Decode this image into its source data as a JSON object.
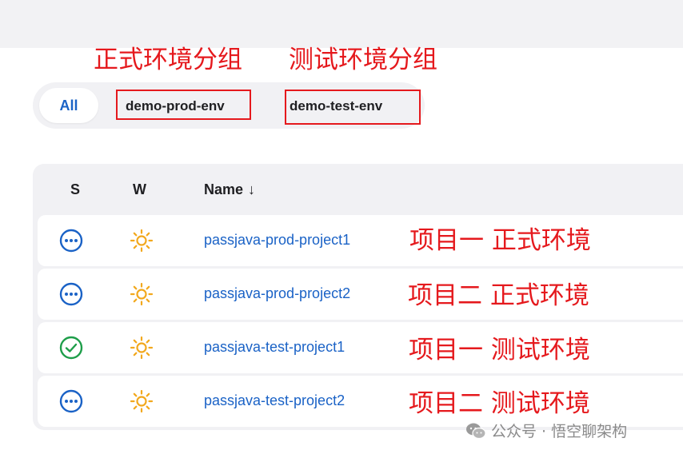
{
  "annotations": {
    "prod_group": "正式环境分组",
    "test_group": "测试环境分组"
  },
  "tabs": [
    {
      "label": "All",
      "selected": true
    },
    {
      "label": "demo-prod-env",
      "selected": false
    },
    {
      "label": "demo-test-env",
      "selected": false
    }
  ],
  "table": {
    "headers": {
      "status": "S",
      "weather": "W",
      "name": "Name",
      "sort_indicator": "↓"
    },
    "rows": [
      {
        "name": "passjava-prod-project1",
        "status": "not-built",
        "status_icon": "ellipsis-circle-icon",
        "weather_icon": "sun-icon",
        "note": "项目一 正式环境"
      },
      {
        "name": "passjava-prod-project2",
        "status": "not-built",
        "status_icon": "ellipsis-circle-icon",
        "weather_icon": "sun-icon",
        "note": "项目二 正式环境"
      },
      {
        "name": "passjava-test-project1",
        "status": "success",
        "status_icon": "check-circle-icon",
        "weather_icon": "sun-icon",
        "note": "项目一 测试环境"
      },
      {
        "name": "passjava-test-project2",
        "status": "not-built",
        "status_icon": "ellipsis-circle-icon",
        "weather_icon": "sun-icon",
        "note": "项目二 测试环境"
      }
    ]
  },
  "watermark": "公众号 · 悟空聊架构",
  "colors": {
    "annotation_red": "#e5191d",
    "link_blue": "#1a62c6",
    "status_blue": "#1a62c6",
    "status_green": "#1e9e4a",
    "sun_orange": "#f2a81d",
    "panel_bg": "#f1f1f4"
  }
}
